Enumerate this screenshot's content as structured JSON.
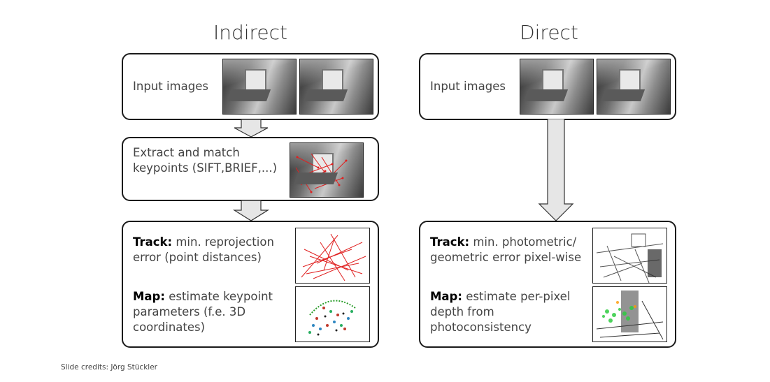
{
  "indirect": {
    "title": "Indirect",
    "input_label": "Input images",
    "extract_label": "Extract and match keypoints (SIFT,BRIEF,...)",
    "track_bold": "Track:",
    "track_text": " min. reprojection error (point distances)",
    "map_bold": "Map:",
    "map_text": " estimate keypoint parameters (f.e. 3D coordinates)"
  },
  "direct": {
    "title": "Direct",
    "input_label": "Input images",
    "track_bold": "Track:",
    "track_text": " min. photometric/ geometric error pixel-wise",
    "map_bold": "Map:",
    "map_text": " estimate per-pixel depth from photoconsistency"
  },
  "footer": {
    "credit": "Slide credits: Jörg Stückler"
  },
  "colors": {
    "border": "#1a1a1a",
    "arrow_fill": "#e6e6e6",
    "keypoint_red": "#e02020"
  }
}
